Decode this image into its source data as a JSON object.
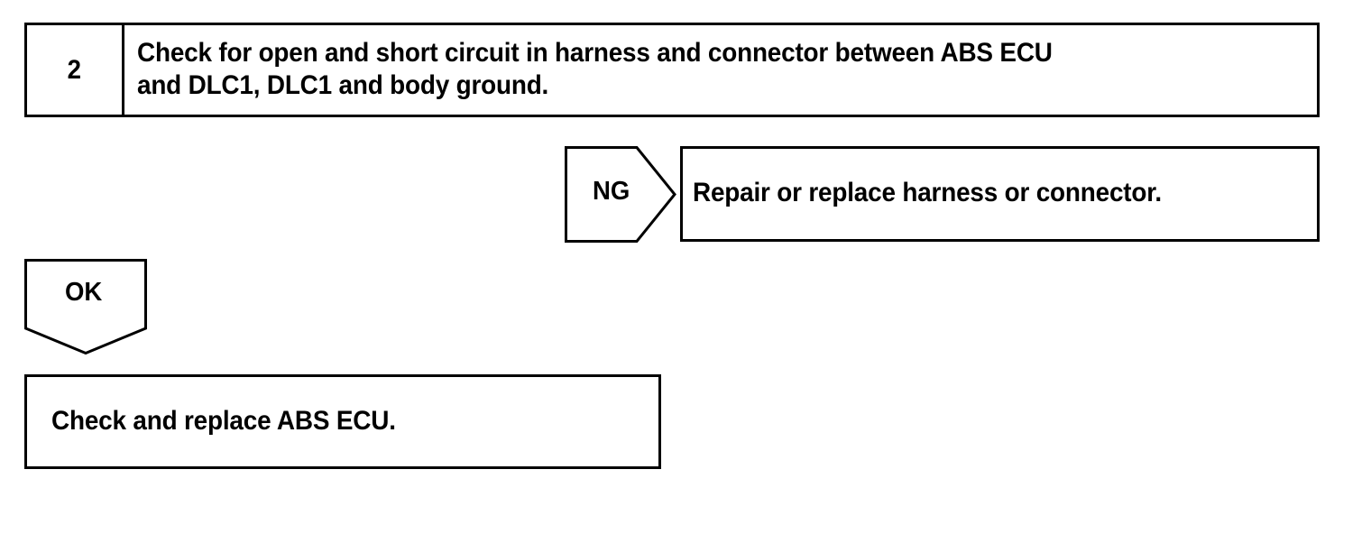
{
  "diagram": {
    "type": "troubleshooting-flowchart",
    "background_color": "#ffffff",
    "line_color": "#000000",
    "text_color": "#000000"
  },
  "step": {
    "number": "2",
    "instruction": "Check for open and short circuit in harness and connector between ABS ECU\nand DLC1, DLC1 and body ground."
  },
  "branches": {
    "ng": {
      "label": "NG",
      "result": "Repair or replace harness or connector."
    },
    "ok": {
      "label": "OK",
      "result": "Check and replace ABS ECU."
    }
  }
}
